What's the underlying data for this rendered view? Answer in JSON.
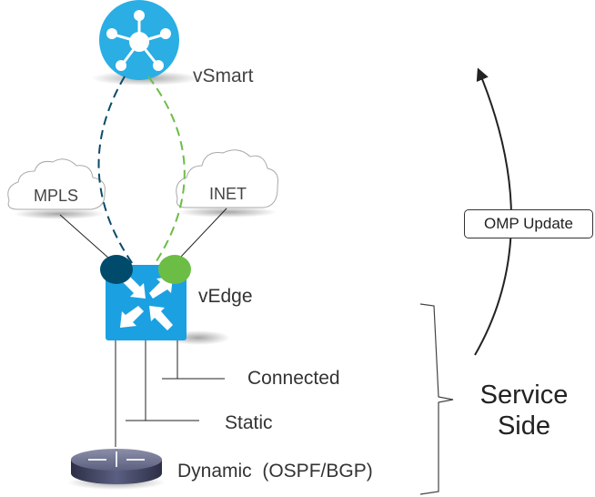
{
  "diagram": {
    "nodes": {
      "controller": {
        "label": "vSmart",
        "icon": "hub-icon",
        "color": "#29abe2"
      },
      "edge_router": {
        "label": "vEdge",
        "icon": "arrows-converge-icon",
        "color": "#1ba1e2"
      },
      "transport_mpls": {
        "label": "MPLS",
        "icon": "cloud-icon",
        "tloc_color": "#004b6b"
      },
      "transport_inet": {
        "label": "INET",
        "icon": "cloud-icon",
        "tloc_color": "#6cbd45"
      },
      "service_router": {
        "icon": "router-icon"
      }
    },
    "service_routes": [
      {
        "label": "Connected"
      },
      {
        "label": "Static"
      },
      {
        "label": "Dynamic  (OSPF/BGP)"
      }
    ],
    "omp_update": {
      "label": "OMP Update"
    },
    "service_side": {
      "line1": "Service",
      "line2": "Side"
    },
    "links": [
      {
        "from": "vSmart",
        "to": "vEdge MPLS TLOC",
        "style": "dashed",
        "color": "#004b6b"
      },
      {
        "from": "vSmart",
        "to": "vEdge INET TLOC",
        "style": "dashed",
        "color": "#6cbd45"
      }
    ]
  }
}
